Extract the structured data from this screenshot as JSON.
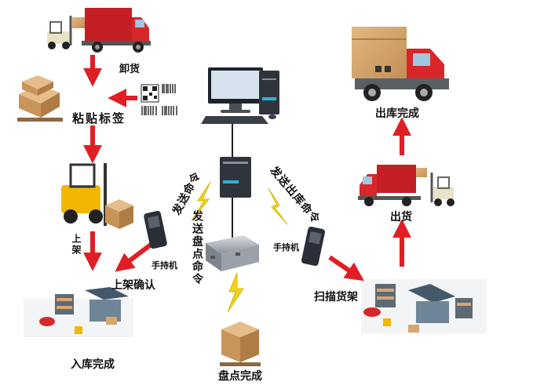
{
  "labels": {
    "unload": "卸货",
    "label_sticking": "粘贴标签",
    "shelving": "上架",
    "shelving_confirm": "上架确认",
    "inbound_done": "入库完成",
    "handheld_left": "手持机",
    "handheld_right": "手持机",
    "send_command": "发送命令",
    "send_inventory_command": "发送盘点命令",
    "send_outbound_command": "发送出库命令",
    "inventory_done": "盘点完成",
    "scan_shelf": "扫描货架",
    "ship": "出货",
    "outbound_done": "出库完成"
  },
  "colors": {
    "arrow": "#e01e24",
    "signal": "#f2d21a",
    "truck_cab": "#d8272a",
    "truck_box": "#c41f24",
    "cardboard": "#d7a670",
    "forklift": "#f2b705",
    "warehouse_roof": "#44586a",
    "device": "#2a2e36"
  },
  "icons": {
    "truck": "truck-icon",
    "forklift": "forklift-icon",
    "boxes": "boxes-icon",
    "barcode": "barcode-icon",
    "qr_code": "qr-code-icon",
    "computer": "computer-icon",
    "server": "server-icon",
    "rfid_reader": "rfid-reader-icon",
    "handheld": "handheld-scanner-icon",
    "warehouse": "warehouse-icon"
  }
}
